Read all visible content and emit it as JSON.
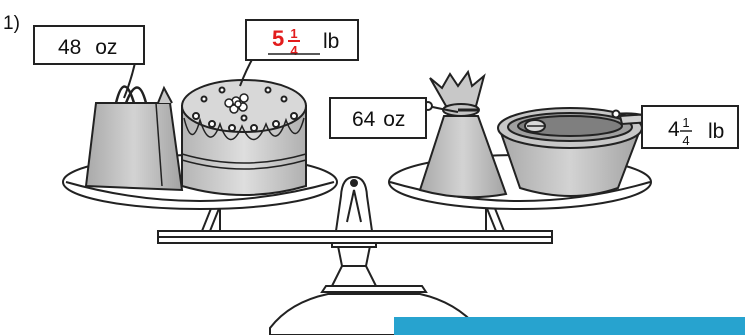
{
  "problem": {
    "number": "1)"
  },
  "tags": {
    "bag": {
      "value": "48",
      "unit": "oz"
    },
    "cake": {
      "whole": "5",
      "numerator": "1",
      "denominator": "4",
      "unit": "lb"
    },
    "sack": {
      "value": "64",
      "unit": "oz"
    },
    "pot": {
      "whole": "4",
      "numerator": "1",
      "denominator": "4",
      "unit": "lb"
    }
  },
  "colors": {
    "answer_red": "#e21c1c",
    "banner_blue": "#27a3cf",
    "object_gray": "#bfbfbf",
    "outline": "#222222"
  }
}
